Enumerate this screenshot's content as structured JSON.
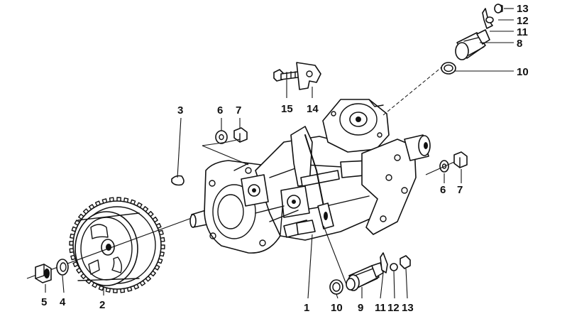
{
  "callouts": [
    {
      "id": "c13a",
      "text": "13"
    },
    {
      "id": "c12a",
      "text": "12"
    },
    {
      "id": "c11a",
      "text": "11"
    },
    {
      "id": "c8",
      "text": "8"
    },
    {
      "id": "c10a",
      "text": "10"
    },
    {
      "id": "c15",
      "text": "15"
    },
    {
      "id": "c14",
      "text": "14"
    },
    {
      "id": "c3",
      "text": "3"
    },
    {
      "id": "c6a",
      "text": "6"
    },
    {
      "id": "c7a",
      "text": "7"
    },
    {
      "id": "c6b",
      "text": "6"
    },
    {
      "id": "c7b",
      "text": "7"
    },
    {
      "id": "c5",
      "text": "5"
    },
    {
      "id": "c4",
      "text": "4"
    },
    {
      "id": "c2",
      "text": "2"
    },
    {
      "id": "c1",
      "text": "1"
    },
    {
      "id": "c10b",
      "text": "10"
    },
    {
      "id": "c9",
      "text": "9"
    },
    {
      "id": "c11b",
      "text": "11"
    },
    {
      "id": "c12b",
      "text": "12"
    },
    {
      "id": "c13b",
      "text": "13"
    }
  ]
}
